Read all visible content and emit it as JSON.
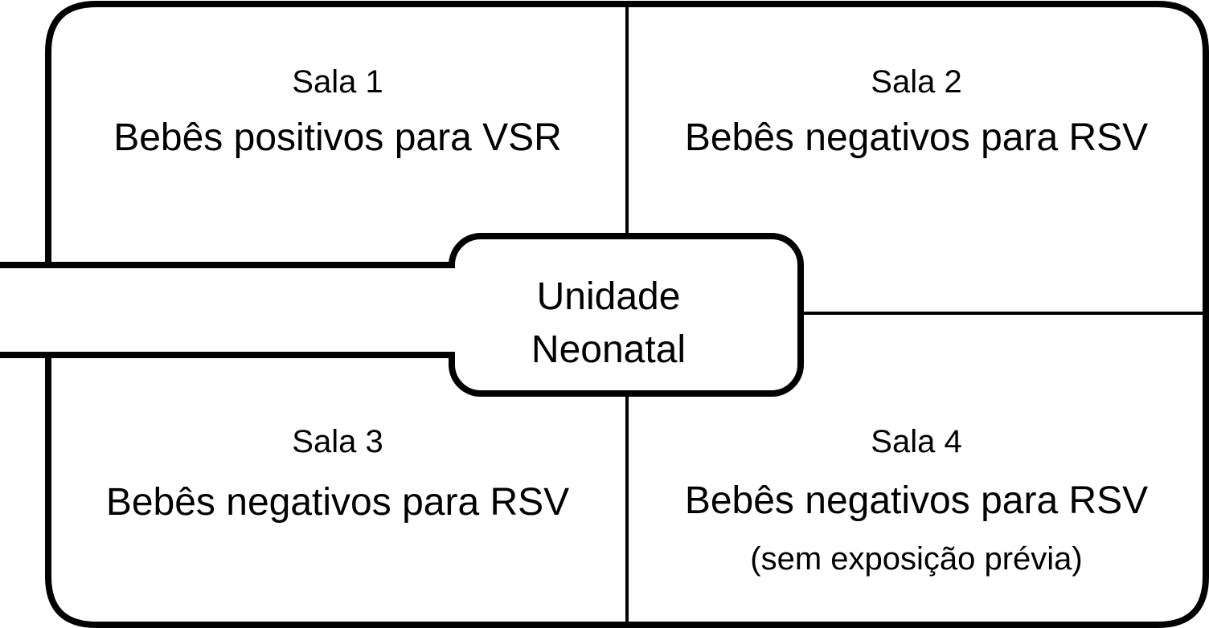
{
  "center": {
    "line1": "Unidade",
    "line2": "Neonatal"
  },
  "rooms": [
    {
      "name": "Sala 1",
      "description": "Bebês positivos para VSR"
    },
    {
      "name": "Sala 2",
      "description": "Bebês negativos para RSV"
    },
    {
      "name": "Sala 3",
      "description": "Bebês negativos para RSV"
    },
    {
      "name": "Sala 4",
      "description": "Bebês negativos para RSV",
      "note": "(sem exposição prévia)"
    }
  ],
  "colors": {
    "line": "#000000",
    "background": "#ffffff"
  }
}
